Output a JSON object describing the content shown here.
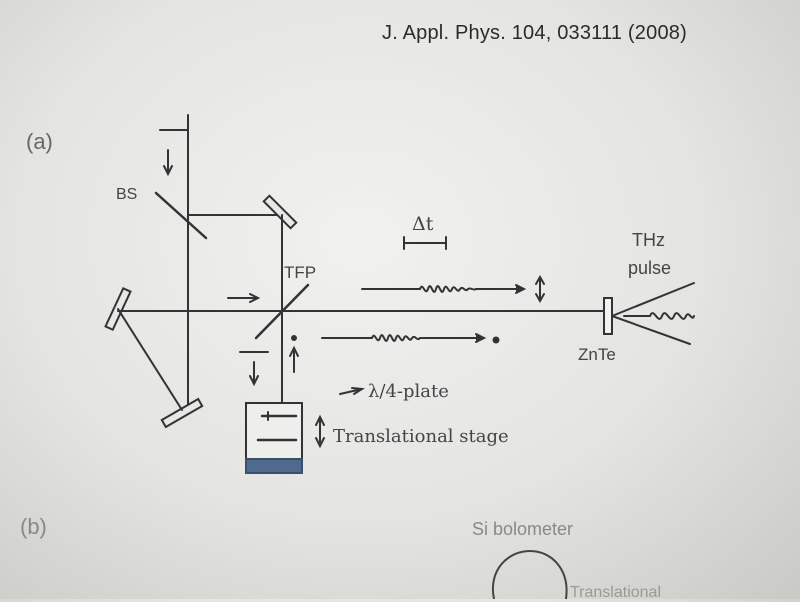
{
  "citation": "J. Appl. Phys. 104, 033111 (2008)",
  "panel_labels": {
    "a": "(a)",
    "b": "(b)"
  },
  "components": {
    "beam_splitter": "BS",
    "polarizer": "TFP",
    "time_delay": "Δt",
    "thz_label_line1": "THz",
    "thz_label_line2": "pulse",
    "crystal": "ZnTe",
    "waveplate": "λ/4-plate",
    "stage": "Translational stage",
    "detector": "Si bolometer",
    "partial_label": "Translational"
  }
}
